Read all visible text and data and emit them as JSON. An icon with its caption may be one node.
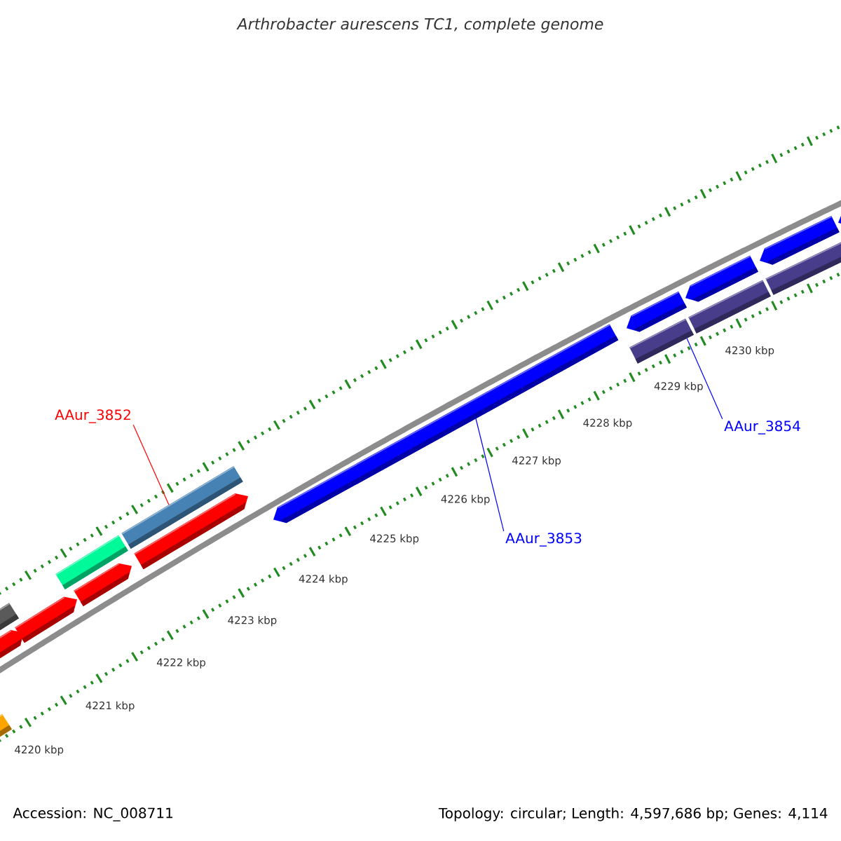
{
  "diagram": {
    "title": "Arthrobacter aurescens TC1, complete genome",
    "nodes": [
      {
        "text": [
          "AAur_3852"
        ]
      },
      {
        "text": [],
        "shape": "bar"
      },
      {
        "text": [
          "AAur_3853"
        ]
      },
      {
        "text": [],
        "shape": "pentagon"
      },
      {
        "text": [
          "AAur_3854"
        ]
      },
      {
        "text": [],
        "shape": "bar"
      }
    ],
    "edges": [
      {
        "from": 0,
        "to": 1,
        "arrow": "none",
        "color": "#ff0000"
      },
      {
        "from": 2,
        "to": 3,
        "arrow": "none",
        "color": "#0000ff"
      },
      {
        "from": 4,
        "to": 5,
        "arrow": "none",
        "color": "#0000ff"
      }
    ],
    "labels": [
      "4220 kbp",
      "4221 kbp",
      "4222 kbp",
      "4223 kbp",
      "4224 kbp",
      "4225 kbp",
      "4226 kbp",
      "4227 kbp",
      "4228 kbp",
      "4229 kbp",
      "4230 kbp",
      "Accession: NC_008711",
      "Topology: circular; Length: 4,597,686 bp; Genes: 4,114"
    ]
  }
}
